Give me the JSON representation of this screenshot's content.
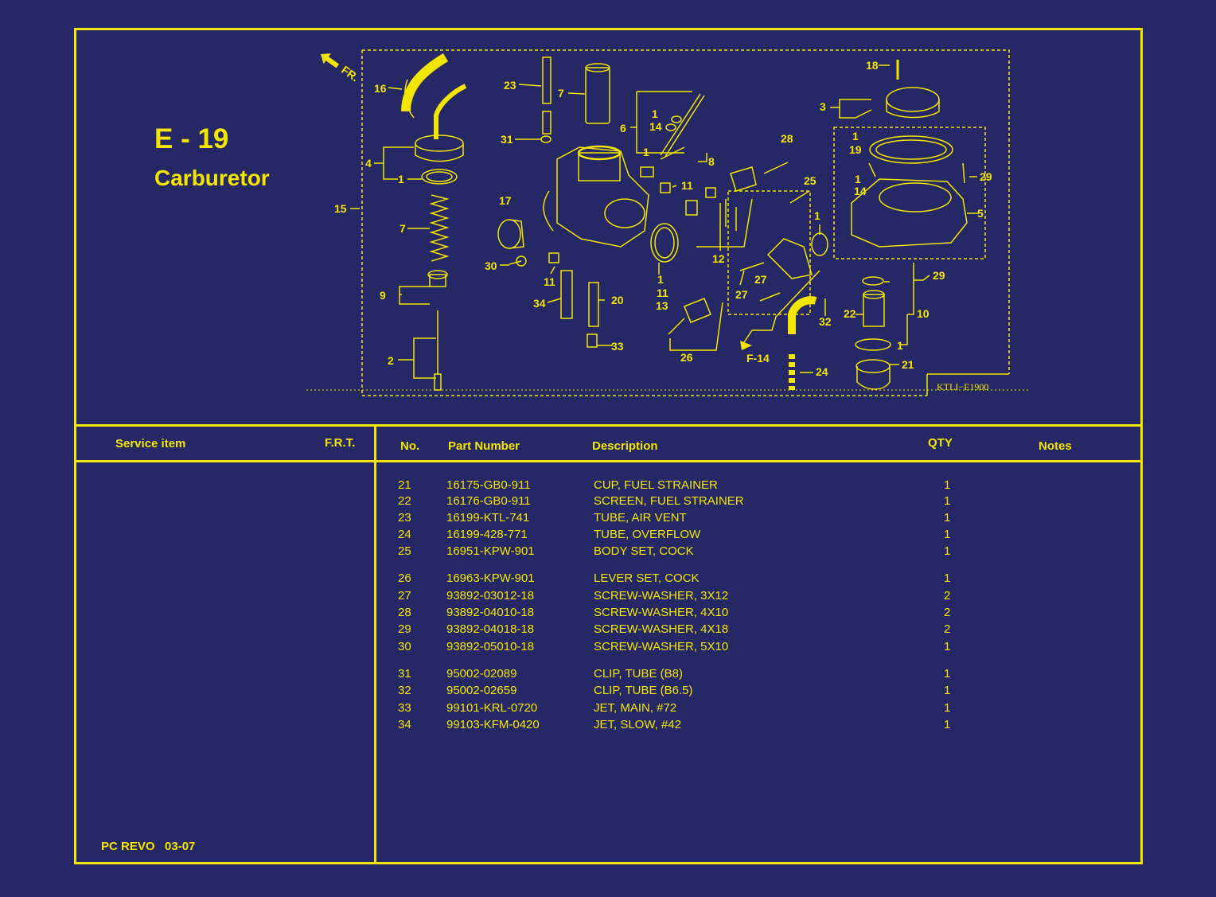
{
  "page": {
    "code": "E - 19",
    "name": "Carburetor"
  },
  "diagram": {
    "front_marker": "FR.",
    "ref_marker": "F-14",
    "drawing_code": "KTLI−E1900",
    "callouts": [
      "16",
      "23",
      "7",
      "6",
      "1",
      "14",
      "1",
      "8",
      "31",
      "4",
      "1",
      "15",
      "7",
      "17",
      "11",
      "28",
      "25",
      "18",
      "3",
      "1",
      "19",
      "1",
      "14",
      "29",
      "5",
      "9",
      "30",
      "11",
      "34",
      "20",
      "2",
      "33",
      "1",
      "11",
      "13",
      "26",
      "12",
      "27",
      "27",
      "32",
      "24",
      "1",
      "29",
      "22",
      "10",
      "1",
      "21"
    ]
  },
  "left_header": {
    "service_item": "Service item",
    "frt": "F.R.T."
  },
  "table_header": {
    "no": "No.",
    "part_number": "Part Number",
    "description": "Description",
    "qty": "QTY",
    "notes": "Notes"
  },
  "parts": [
    {
      "no": "21",
      "part": "16175-GB0-911",
      "desc": "CUP, FUEL STRAINER",
      "qty": "1"
    },
    {
      "no": "22",
      "part": "16176-GB0-911",
      "desc": "SCREEN, FUEL STRAINER",
      "qty": "1"
    },
    {
      "no": "23",
      "part": "16199-KTL-741",
      "desc": "TUBE, AIR VENT",
      "qty": "1"
    },
    {
      "no": "24",
      "part": "16199-428-771",
      "desc": "TUBE, OVERFLOW",
      "qty": "1"
    },
    {
      "no": "25",
      "part": "16951-KPW-901",
      "desc": "BODY SET, COCK",
      "qty": "1"
    },
    {
      "no": "26",
      "part": "16963-KPW-901",
      "desc": "LEVER SET, COCK",
      "qty": "1"
    },
    {
      "no": "27",
      "part": "93892-03012-18",
      "desc": "SCREW-WASHER, 3X12",
      "qty": "2"
    },
    {
      "no": "28",
      "part": "93892-04010-18",
      "desc": "SCREW-WASHER, 4X10",
      "qty": "2"
    },
    {
      "no": "29",
      "part": "93892-04018-18",
      "desc": "SCREW-WASHER, 4X18",
      "qty": "2"
    },
    {
      "no": "30",
      "part": "93892-05010-18",
      "desc": "SCREW-WASHER, 5X10",
      "qty": "1"
    },
    {
      "no": "31",
      "part": "95002-02089",
      "desc": "CLIP, TUBE (B8)",
      "qty": "1"
    },
    {
      "no": "32",
      "part": "95002-02659",
      "desc": "CLIP, TUBE (B6.5)",
      "qty": "1"
    },
    {
      "no": "33",
      "part": "99101-KRL-0720",
      "desc": "JET, MAIN, #72",
      "qty": "1"
    },
    {
      "no": "34",
      "part": "99103-KFM-0420",
      "desc": "JET, SLOW, #42",
      "qty": "1"
    }
  ],
  "footer": {
    "model": "PC REVO",
    "date": "03-07"
  }
}
